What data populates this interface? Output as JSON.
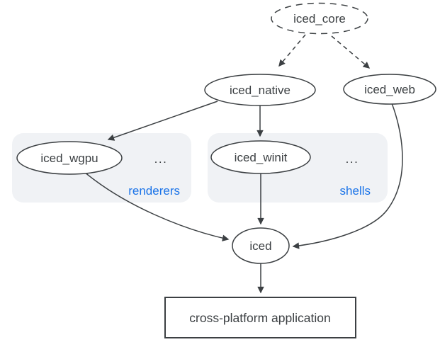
{
  "diagram": {
    "colors": {
      "background": "#ffffff",
      "node_border": "#3c4043",
      "node_text": "#3c4043",
      "edge": "#3c4043",
      "group_fill": "#f0f2f5",
      "group_label_blue": "#1a73e8"
    },
    "nodes": {
      "iced_core": {
        "label": "iced_core",
        "shape": "dashed-ellipse"
      },
      "iced_native": {
        "label": "iced_native",
        "shape": "ellipse"
      },
      "iced_web": {
        "label": "iced_web",
        "shape": "ellipse"
      },
      "iced_wgpu": {
        "label": "iced_wgpu",
        "shape": "ellipse",
        "group": "renderers"
      },
      "iced_winit": {
        "label": "iced_winit",
        "shape": "ellipse",
        "group": "shells"
      },
      "iced": {
        "label": "iced",
        "shape": "ellipse"
      },
      "app": {
        "label": "cross-platform application",
        "shape": "rect"
      }
    },
    "groups": {
      "renderers": {
        "label": "renderers",
        "ellipsis": "..."
      },
      "shells": {
        "label": "shells",
        "ellipsis": "..."
      }
    },
    "edges": [
      {
        "from": "iced_core",
        "to": "iced_native",
        "style": "dashed"
      },
      {
        "from": "iced_core",
        "to": "iced_web",
        "style": "dashed"
      },
      {
        "from": "iced_native",
        "to": "iced_wgpu",
        "style": "solid"
      },
      {
        "from": "iced_native",
        "to": "iced_winit",
        "style": "solid"
      },
      {
        "from": "iced_wgpu",
        "to": "iced",
        "style": "solid"
      },
      {
        "from": "iced_winit",
        "to": "iced",
        "style": "solid"
      },
      {
        "from": "iced_web",
        "to": "iced",
        "style": "solid"
      },
      {
        "from": "iced",
        "to": "app",
        "style": "solid"
      }
    ]
  }
}
